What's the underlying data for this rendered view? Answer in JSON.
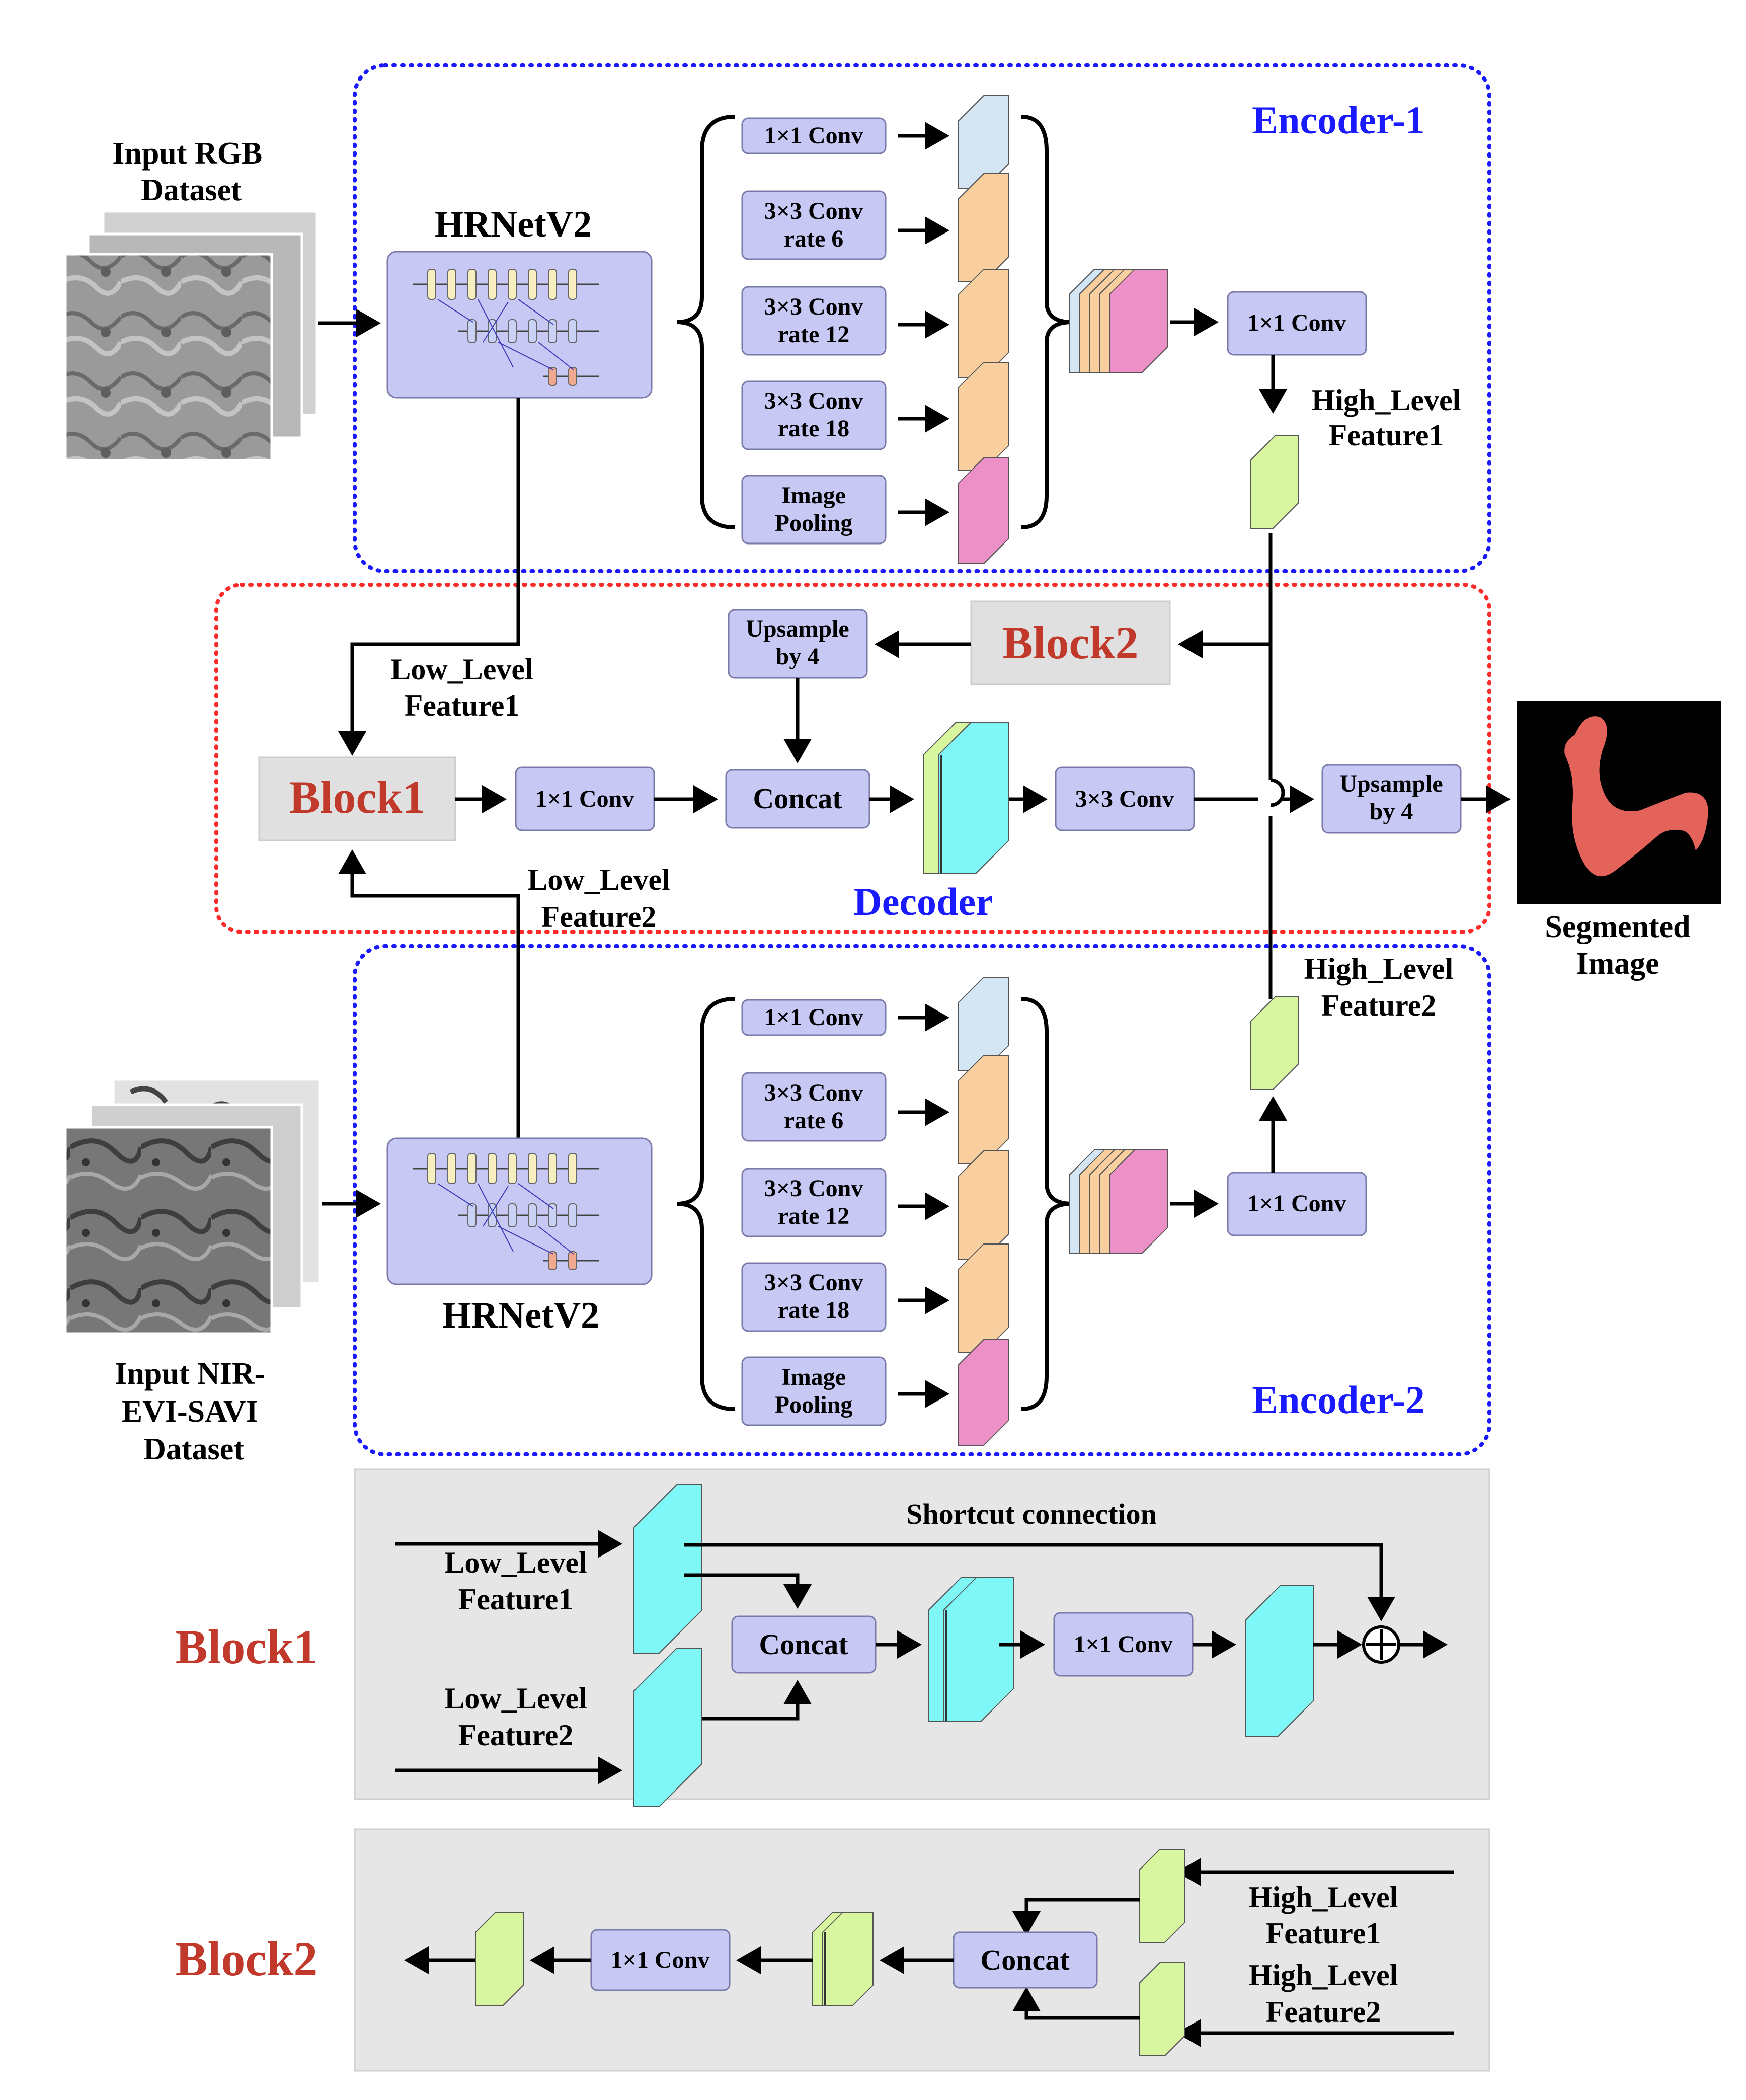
{
  "inputs": {
    "rgb_label": [
      "Input RGB",
      "Dataset"
    ],
    "nir_label": [
      "Input NIR-",
      "EVI-SAVI",
      "Dataset"
    ]
  },
  "output": {
    "label": [
      "Segmented",
      "Image"
    ]
  },
  "encoder1": {
    "title": "Encoder-1",
    "backbone": "HRNetV2",
    "branches": [
      [
        "1×1 Conv"
      ],
      [
        "3×3 Conv",
        "rate 6"
      ],
      [
        "3×3 Conv",
        "rate 12"
      ],
      [
        "3×3 Conv",
        "rate 18"
      ],
      [
        "Image",
        "Pooling"
      ]
    ],
    "post_conv": "1×1 Conv",
    "feature_label": [
      "High_Level",
      "Feature1"
    ]
  },
  "encoder2": {
    "title": "Encoder-2",
    "backbone": "HRNetV2",
    "branches": [
      [
        "1×1 Conv"
      ],
      [
        "3×3 Conv",
        "rate 6"
      ],
      [
        "3×3 Conv",
        "rate 12"
      ],
      [
        "3×3 Conv",
        "rate 18"
      ],
      [
        "Image",
        "Pooling"
      ]
    ],
    "post_conv": "1×1 Conv",
    "feature_label": [
      "High_Level",
      "Feature2"
    ]
  },
  "decoder": {
    "title": "Decoder",
    "block1": "Block1",
    "block2": "Block2",
    "low1_label": [
      "Low_Level",
      "Feature1"
    ],
    "low2_label": [
      "Low_Level",
      "Feature2"
    ],
    "conv1x1": "1×1 Conv",
    "upsample_top": [
      "Upsample",
      "by 4"
    ],
    "concat": "Concat",
    "conv3x3": "3×3 Conv",
    "upsample_out": [
      "Upsample",
      "by 4"
    ]
  },
  "block1_detail": {
    "title": "Block1",
    "shortcut": "Shortcut connection",
    "in1": [
      "Low_Level",
      "Feature1"
    ],
    "in2": [
      "Low_Level",
      "Feature2"
    ],
    "concat": "Concat",
    "conv": "1×1 Conv"
  },
  "block2_detail": {
    "title": "Block2",
    "in1": [
      "High_Level",
      "Feature1"
    ],
    "in2": [
      "High_Level",
      "Feature2"
    ],
    "concat": "Concat",
    "conv": "1×1 Conv"
  },
  "colors": {
    "encoder_border": "#1a1aff",
    "decoder_border": "#ff2a2a",
    "box_fill": "#c8c8f5",
    "cyan": "#7ff7f7",
    "green": "#d8f5a0",
    "orange": "#f9cfa0",
    "blue_light": "#d4e6f4",
    "pink": "#ee90c8",
    "red_title": "#c0392b",
    "seg_fill": "#e3625a",
    "panel_gray": "#e6e6e6"
  }
}
